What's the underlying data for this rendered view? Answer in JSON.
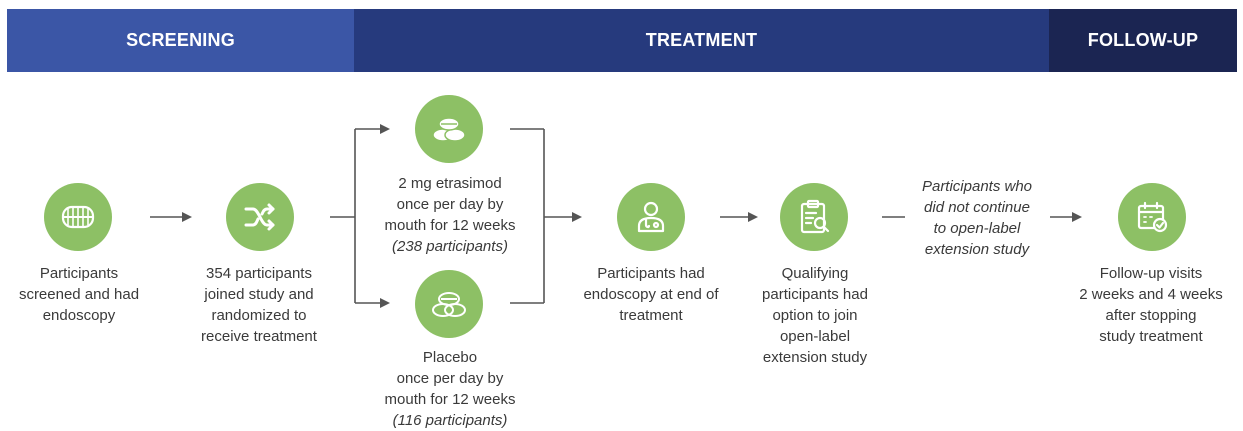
{
  "phases": {
    "screening": "SCREENING",
    "treatment": "TREATMENT",
    "follow_up": "FOLLOW-UP"
  },
  "colors": {
    "screening_bar": "#3b56a6",
    "treatment_bar": "#263a7d",
    "follow_up_bar": "#1b2552",
    "icon_circle": "#8dc065",
    "arrow": "#555555"
  },
  "steps": {
    "screening": {
      "icon": "teeth-endoscopy-icon",
      "lines": [
        "Participants",
        "screened and had",
        "endoscopy"
      ]
    },
    "randomized": {
      "icon": "shuffle-icon",
      "lines": [
        "354 participants",
        "joined study and",
        "randomized to",
        "receive treatment"
      ]
    },
    "etrasimod": {
      "icon": "pills-icon",
      "lines": [
        "2 mg etrasimod",
        "once per day by",
        "mouth for 12 weeks"
      ],
      "participants": "(238 participants)"
    },
    "placebo": {
      "icon": "pills-icon",
      "lines": [
        "Placebo",
        "once per day by",
        "mouth for 12 weeks"
      ],
      "participants": "(116 participants)"
    },
    "endoscopy_end": {
      "icon": "doctor-icon",
      "lines": [
        "Participants had",
        "endoscopy at end of",
        "treatment"
      ]
    },
    "extension": {
      "icon": "clipboard-search-icon",
      "lines": [
        "Qualifying",
        "participants had",
        "option to join",
        "open-label",
        "extension study"
      ]
    },
    "not_continue": {
      "lines": [
        "Participants who",
        "did not continue",
        "to open-label",
        "extension study"
      ]
    },
    "follow_up": {
      "icon": "calendar-check-icon",
      "lines": [
        "Follow-up visits",
        "2 weeks and 4 weeks",
        "after stopping",
        "study treatment"
      ]
    }
  }
}
